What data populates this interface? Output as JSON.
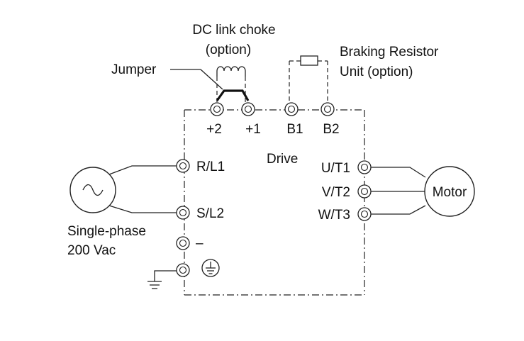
{
  "labels": {
    "choke": [
      "DC link choke",
      "(option)"
    ],
    "jumper": "Jumper",
    "braking": [
      "Braking Resistor",
      "Unit (option)"
    ],
    "drive": "Drive",
    "motor": "Motor",
    "supply": [
      "Single-phase",
      "200 Vac"
    ]
  },
  "terminals": {
    "top": [
      "+2",
      "+1",
      "B1",
      "B2"
    ],
    "left": [
      "R/L1",
      "S/L2",
      "–"
    ],
    "right": [
      "U/T1",
      "V/T2",
      "W/T3"
    ]
  },
  "icons": {
    "ac_source": "ac-source-symbol",
    "ground": "ground-symbol",
    "protective_earth": "protective-earth-symbol",
    "inductor": "inductor-coil",
    "resistor": "resistor-symbol"
  }
}
